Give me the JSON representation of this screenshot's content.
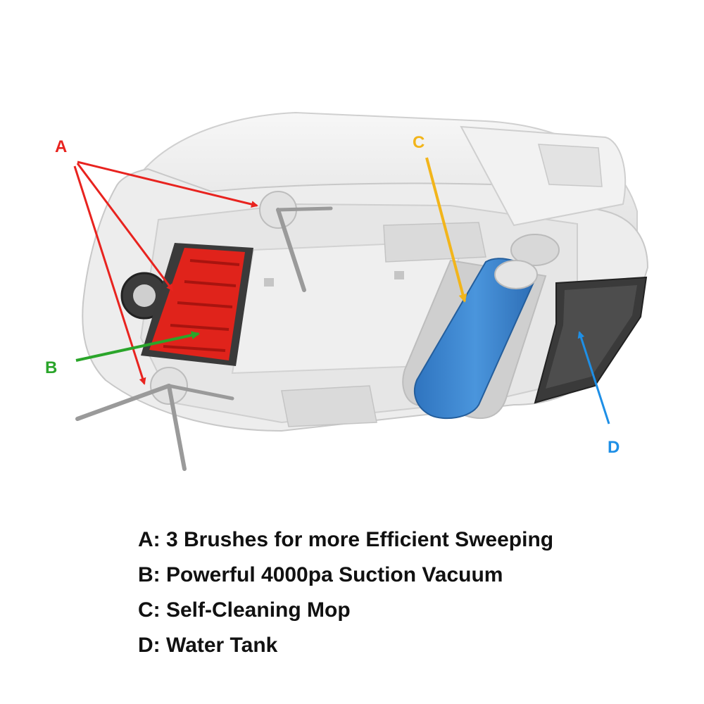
{
  "callouts": {
    "a": {
      "letter": "A",
      "color": "#e8231f"
    },
    "b": {
      "letter": "B",
      "color": "#2aa52a"
    },
    "c": {
      "letter": "C",
      "color": "#f2b51b"
    },
    "d": {
      "letter": "D",
      "color": "#1e8fe6"
    }
  },
  "legend": {
    "items": [
      {
        "text": "A: 3 Brushes for more Efficient Sweeping"
      },
      {
        "text": "B: Powerful 4000pa Suction Vacuum"
      },
      {
        "text": "C: Self-Cleaning Mop"
      },
      {
        "text": "D: Water Tank"
      }
    ]
  },
  "colors": {
    "body": "#ededed",
    "main_brush": "#e0231b",
    "mop_roller": "#3a86d4",
    "water_tank": "#3a3a3a"
  }
}
